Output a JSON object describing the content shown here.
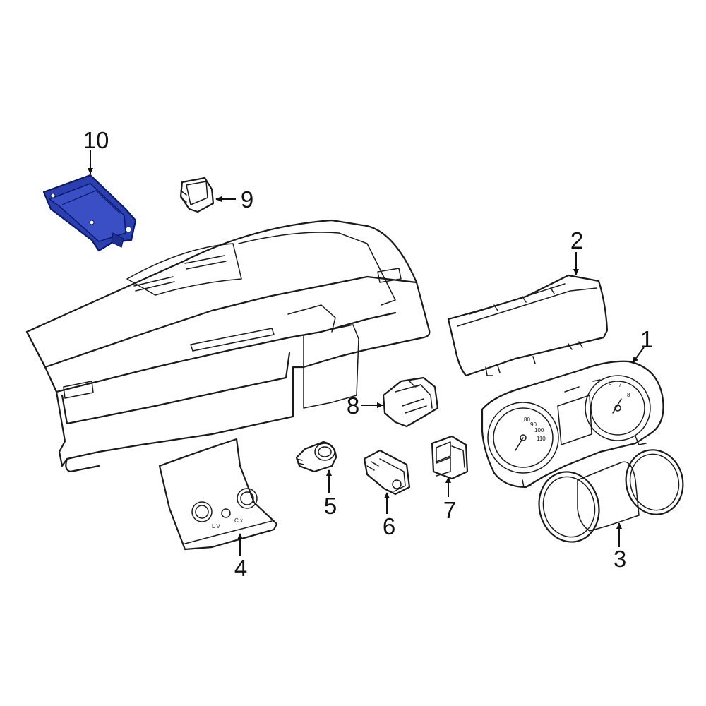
{
  "colors": {
    "line": "#1a1a1a",
    "highlight_fill": "#2b3fb0",
    "highlight_stroke": "#0a1a6a",
    "background": "#ffffff"
  },
  "callouts": [
    {
      "id": "1",
      "label": "1"
    },
    {
      "id": "2",
      "label": "2"
    },
    {
      "id": "3",
      "label": "3"
    },
    {
      "id": "4",
      "label": "4"
    },
    {
      "id": "5",
      "label": "5"
    },
    {
      "id": "6",
      "label": "6"
    },
    {
      "id": "7",
      "label": "7"
    },
    {
      "id": "8",
      "label": "8"
    },
    {
      "id": "9",
      "label": "9"
    },
    {
      "id": "10",
      "label": "10"
    }
  ],
  "highlighted_part": "10",
  "gauge_markings": {
    "speedometer": [
      "80",
      "90",
      "100",
      "110"
    ],
    "tachometer": [
      "7",
      "8",
      "6"
    ]
  },
  "console_markings": [
    "L V",
    "C x"
  ]
}
